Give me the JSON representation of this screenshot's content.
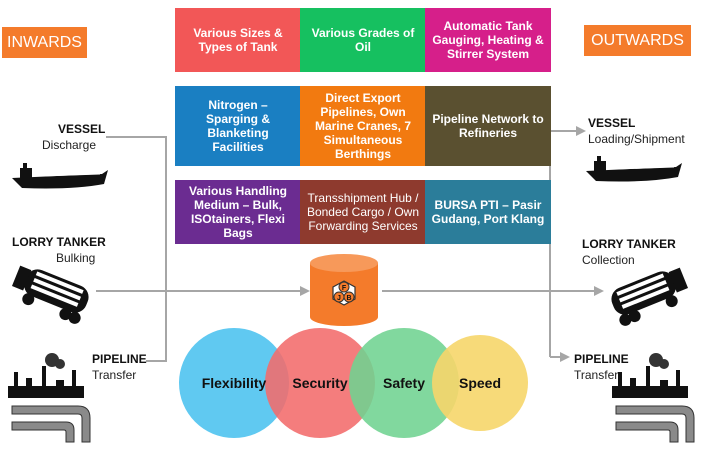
{
  "headers": {
    "inwards": "INWARDS",
    "outwards": "OUTWARDS"
  },
  "inwards": {
    "vessel": {
      "title": "VESSEL",
      "sub": "Discharge"
    },
    "lorry": {
      "title": "LORRY TANKER",
      "sub": "Bulking"
    },
    "pipeline": {
      "title": "PIPELINE",
      "sub": "Transfer"
    }
  },
  "outwards": {
    "vessel": {
      "title": "VESSEL",
      "sub": "Loading/Shipment"
    },
    "lorry": {
      "title": "LORRY TANKER",
      "sub": "Collection"
    },
    "pipeline": {
      "title": "PIPELINE",
      "sub": "Transfer"
    }
  },
  "boxes": [
    {
      "text": "Various Sizes & Types of Tank",
      "color": "#f25757"
    },
    {
      "text": "Various Grades of Oil",
      "color": "#16c060"
    },
    {
      "text": "Automatic Tank Gauging, Heating & Stirrer System",
      "color": "#d61f8a"
    },
    {
      "text": "Nitrogen – Sparging & Blanketing Facilities",
      "color": "#1a7fc2"
    },
    {
      "text": "Direct Export Pipelines, Own Marine Cranes, 7 Simultaneous Berthings",
      "color": "#f27a10"
    },
    {
      "text": "Pipeline Network to Refineries",
      "color": "#5a5030"
    },
    {
      "text": "Various Handling Medium – Bulk, ISOtainers, Flexi Bags",
      "color": "#6b2c91"
    },
    {
      "text": "Transshipment Hub / Bonded Cargo / Own Forwarding Services",
      "color": "#8e3a2e"
    },
    {
      "text": "BURSA PTI – Pasir Gudang, Port Klang",
      "color": "#2b7d9a"
    }
  ],
  "tank_logo": {
    "letters": [
      "F",
      "J",
      "B"
    ]
  },
  "circles": [
    {
      "label": "Flexibility",
      "color": "#4fc3ef"
    },
    {
      "label": "Security",
      "color": "#f26b6b"
    },
    {
      "label": "Safety",
      "color": "#6fd391"
    },
    {
      "label": "Speed",
      "color": "#f6d66a"
    }
  ],
  "colors": {
    "header": "#f47b2b",
    "line": "#a6a6a6",
    "tank": "#f47b2b",
    "silhouette": "#111111"
  }
}
